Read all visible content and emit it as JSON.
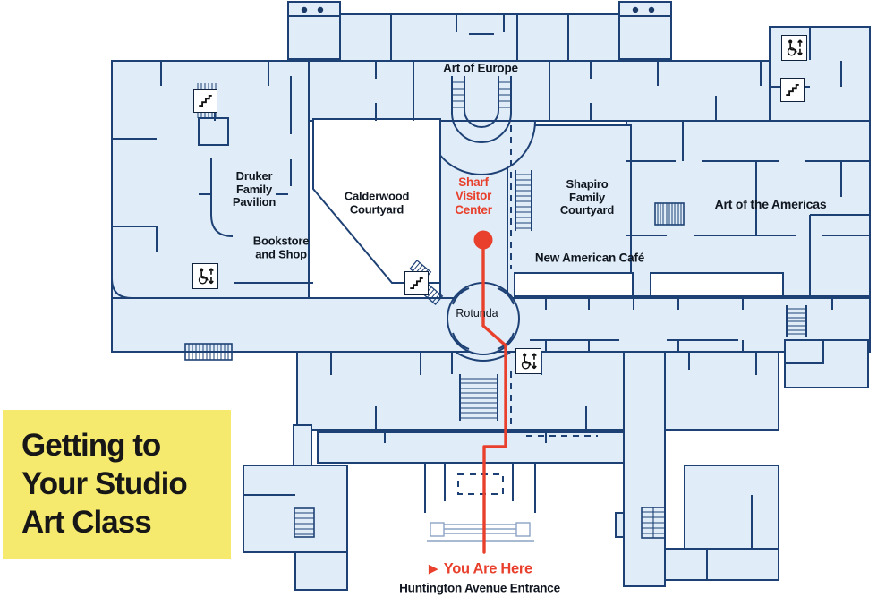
{
  "colors": {
    "floor_fill": "#e0edf8",
    "wall": "#1e4175",
    "accent_red": "#e8402c",
    "highlight_yellow": "#f6ea6e",
    "label_text": "#10161f"
  },
  "title_card": {
    "lines": [
      "Getting to",
      "Your Studio",
      "Art Class"
    ]
  },
  "map_labels": {
    "art_of_europe": "Art of Europe",
    "druker": [
      "Druker",
      "Family",
      "Pavilion"
    ],
    "bookstore": [
      "Bookstore",
      "and Shop"
    ],
    "calderwood": [
      "Calderwood",
      "Courtyard"
    ],
    "sharf": [
      "Sharf",
      "Visitor",
      "Center"
    ],
    "shapiro": [
      "Shapiro",
      "Family",
      "Courtyard"
    ],
    "art_americas": "Art of the Americas",
    "cafe": "New American Café",
    "rotunda": "Rotunda"
  },
  "route": {
    "marker": "▶",
    "you_are_here": "You Are Here",
    "entrance_label": "Huntington Avenue Entrance"
  },
  "icons": {
    "stairs_icon": "zigzag staircase glyph",
    "accessible_elevator_icon": "wheelchair with up and down arrows"
  }
}
